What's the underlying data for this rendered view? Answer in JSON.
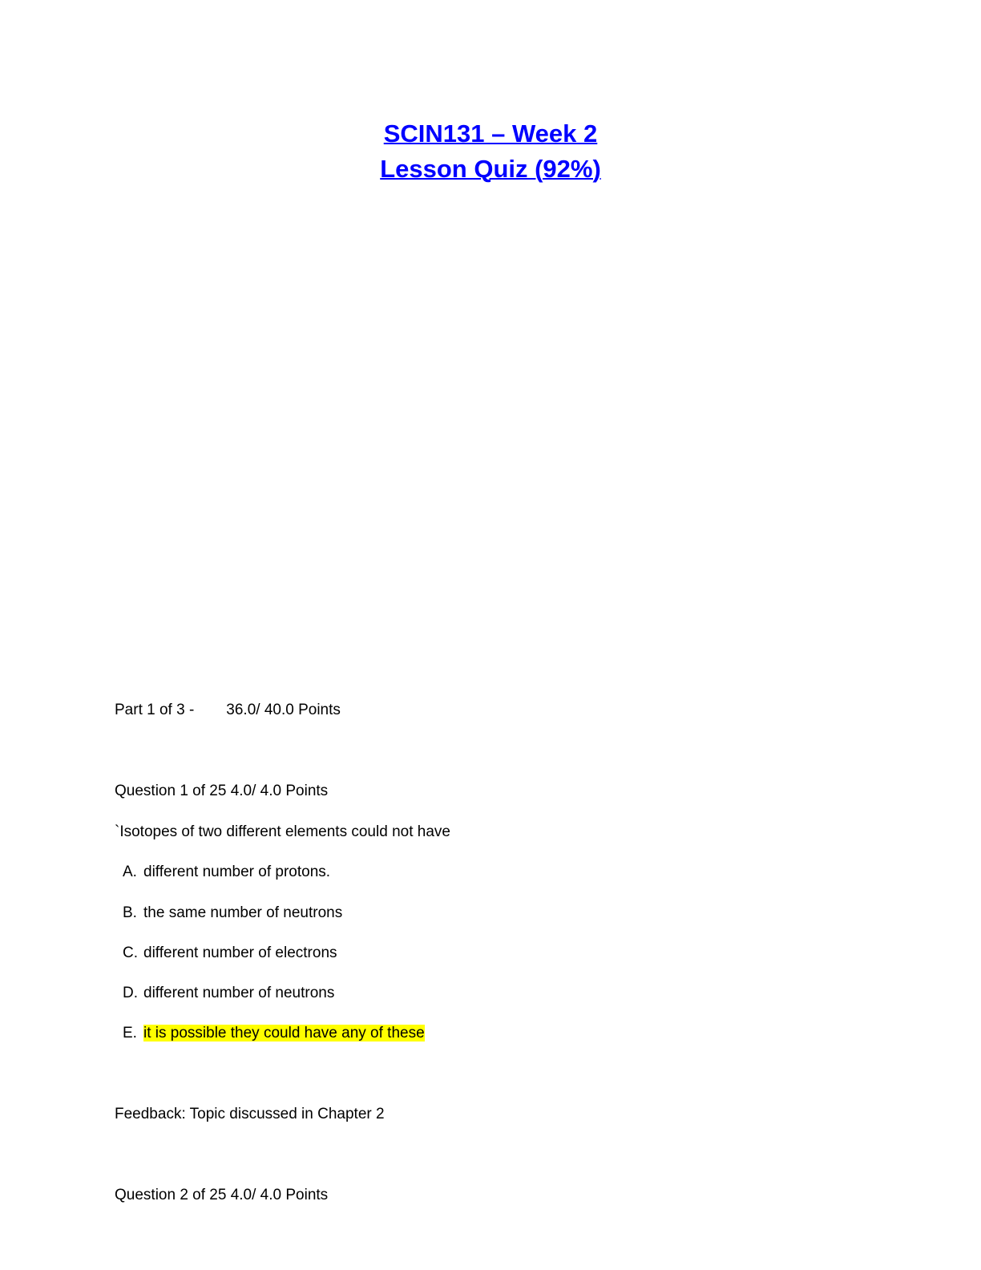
{
  "title": {
    "line1": "SCIN131 – Week 2 ",
    "line2": "Lesson Quiz (92%)",
    "color": "#0000ff"
  },
  "part": {
    "label": "Part 1 of 3 -",
    "score": "36.0/ 40.0 Points"
  },
  "questions": [
    {
      "header": "Question 1 of 25 4.0/ 4.0 Points",
      "prompt": "`Isotopes of two different elements could not have",
      "options": [
        {
          "letter": "A.",
          "text": "different number of protons."
        },
        {
          "letter": "B.",
          "text": "the same number of neutrons"
        },
        {
          "letter": "C.",
          "text": "different number of electrons"
        },
        {
          "letter": "D.",
          "text": "different number of neutrons"
        },
        {
          "letter": "E.",
          "text": "it is possible they could have any of these",
          "highlight": "#ffff00"
        }
      ],
      "feedback": "Feedback: Topic discussed in Chapter 2"
    },
    {
      "header": "Question 2 of 25 4.0/ 4.0 Points"
    }
  ]
}
